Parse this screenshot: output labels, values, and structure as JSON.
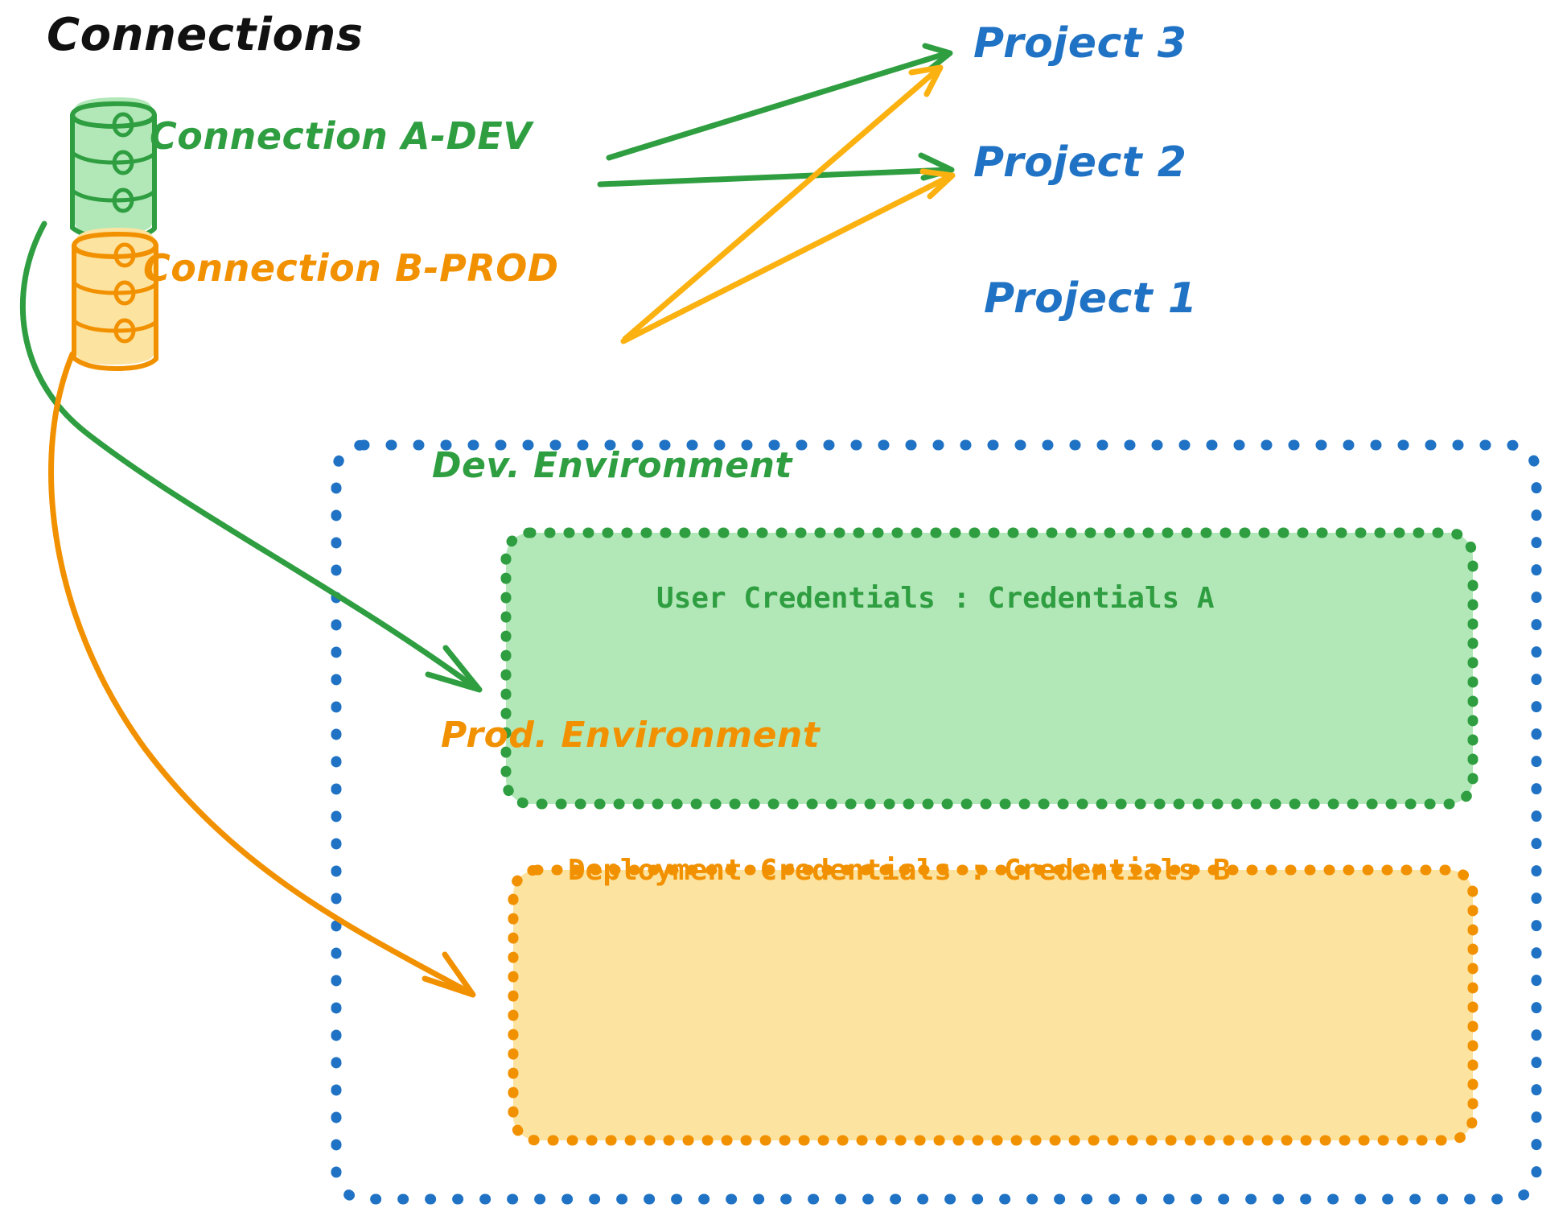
{
  "diagram": {
    "title": "Connections",
    "palette": {
      "green_stroke": "#2f9e41",
      "green_fill": "#b2e8b8",
      "orange_stroke": "#f29100",
      "orange_fill": "#fde3a0",
      "blue": "#1f72c4",
      "text_black": "#111111",
      "background": "#ffffff"
    },
    "connections": [
      {
        "id": "a-dev",
        "label": "Connection A-DEV",
        "icon": "database-cylinder-icon",
        "color": "#2f9e41"
      },
      {
        "id": "b-prod",
        "label": "Connection B-PROD",
        "icon": "database-cylinder-icon",
        "color": "#f29100"
      }
    ],
    "projects": [
      {
        "id": "project-3",
        "label": "Project 3"
      },
      {
        "id": "project-2",
        "label": "Project 2"
      },
      {
        "id": "project-1",
        "label": "Project 1"
      }
    ],
    "environments": [
      {
        "id": "dev",
        "title": "Dev. Environment",
        "credentials_label": "User Credentials",
        "credentials_separator": ":",
        "credentials_value": "Credentials A",
        "credentials_line": "User Credentials : Credentials A",
        "color": "#2f9e41",
        "fill": "#b2e8b8"
      },
      {
        "id": "prod",
        "title": "Prod. Environment",
        "credentials_label": "Deployment Credentials",
        "credentials_separator": ":",
        "credentials_value": "Credentials B",
        "credentials_line": "Deployment Credentials : Credentials B",
        "color": "#f29100",
        "fill": "#fde3a0"
      }
    ],
    "edges": [
      {
        "from": "a-dev",
        "to": "project-3",
        "color": "#2f9e41",
        "style": "straight-arrow"
      },
      {
        "from": "a-dev",
        "to": "project-2",
        "color": "#2f9e41",
        "style": "straight-arrow"
      },
      {
        "from": "b-prod",
        "to": "project-3",
        "color": "#f29100",
        "style": "straight-arrow"
      },
      {
        "from": "b-prod",
        "to": "project-2",
        "color": "#f29100",
        "style": "straight-arrow"
      },
      {
        "from": "a-dev",
        "to": "dev",
        "color": "#2f9e41",
        "style": "curved-arrow"
      },
      {
        "from": "b-prod",
        "to": "prod",
        "color": "#f29100",
        "style": "curved-arrow"
      }
    ]
  }
}
